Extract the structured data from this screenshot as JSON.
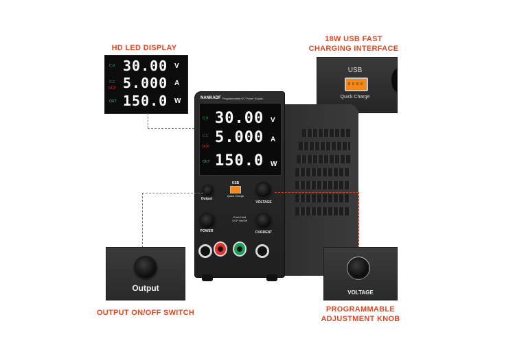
{
  "callouts": {
    "display_title": "HD LED DISPLAY",
    "usb_title_line1": "18W USB FAST",
    "usb_title_line2": "CHARGING INTERFACE",
    "output_title": "OUTPUT ON/OFF SWITCH",
    "knob_title_line1": "PROGRAMMABLE",
    "knob_title_line2": "ADJUSTMENT KNOB"
  },
  "display": {
    "voltage": "30.00",
    "current": "5.000",
    "power": "150.0",
    "unit_v": "V",
    "unit_a": "A",
    "unit_w": "W",
    "ind_cv": "C.V",
    "ind_cc": "C.C",
    "ind_ocp": "OCP",
    "ind_out": "OUT"
  },
  "device": {
    "brand": "NANKADF",
    "model": "Programmable DC Power Supply",
    "usb_label": "USB",
    "quick_charge": "Quick Charge",
    "output_label": "Output",
    "voltage_label": "VOLTAGE",
    "power_label": "POWER",
    "current_label": "CURRENT",
    "ocp_hint_line1": "Push Hold",
    "ocp_hint_line2": "OCP On/Off"
  },
  "zoom": {
    "usb_label": "USB",
    "quick_charge": "Quick Charge",
    "output_label": "Output",
    "voltage_label": "VOLTAGE"
  },
  "colors": {
    "accent": "#e3461f",
    "cv_green": "#2fd36b",
    "ocp_red": "#e5322d",
    "usb_orange": "#f08a1e"
  }
}
